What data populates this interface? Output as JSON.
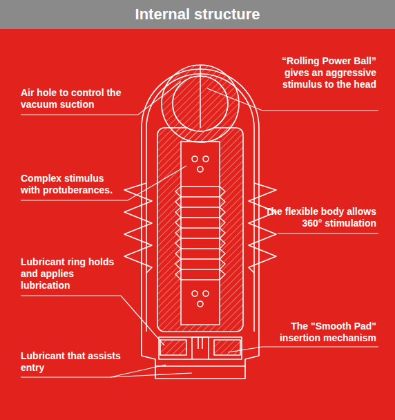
{
  "diagram": {
    "title": "Internal structure",
    "labels": [
      "Air hole to control the vacuum suction",
      "“Rolling Power Ball” gives an aggressive stimulus to the head",
      "Complex stimulus with protuberances.",
      "The flexible body allows 360° stimulation",
      "Lubricant ring holds and applies lubrication",
      "The \"Smooth Pad\" insertion mechanism",
      "Lubricant that assists entry"
    ]
  }
}
